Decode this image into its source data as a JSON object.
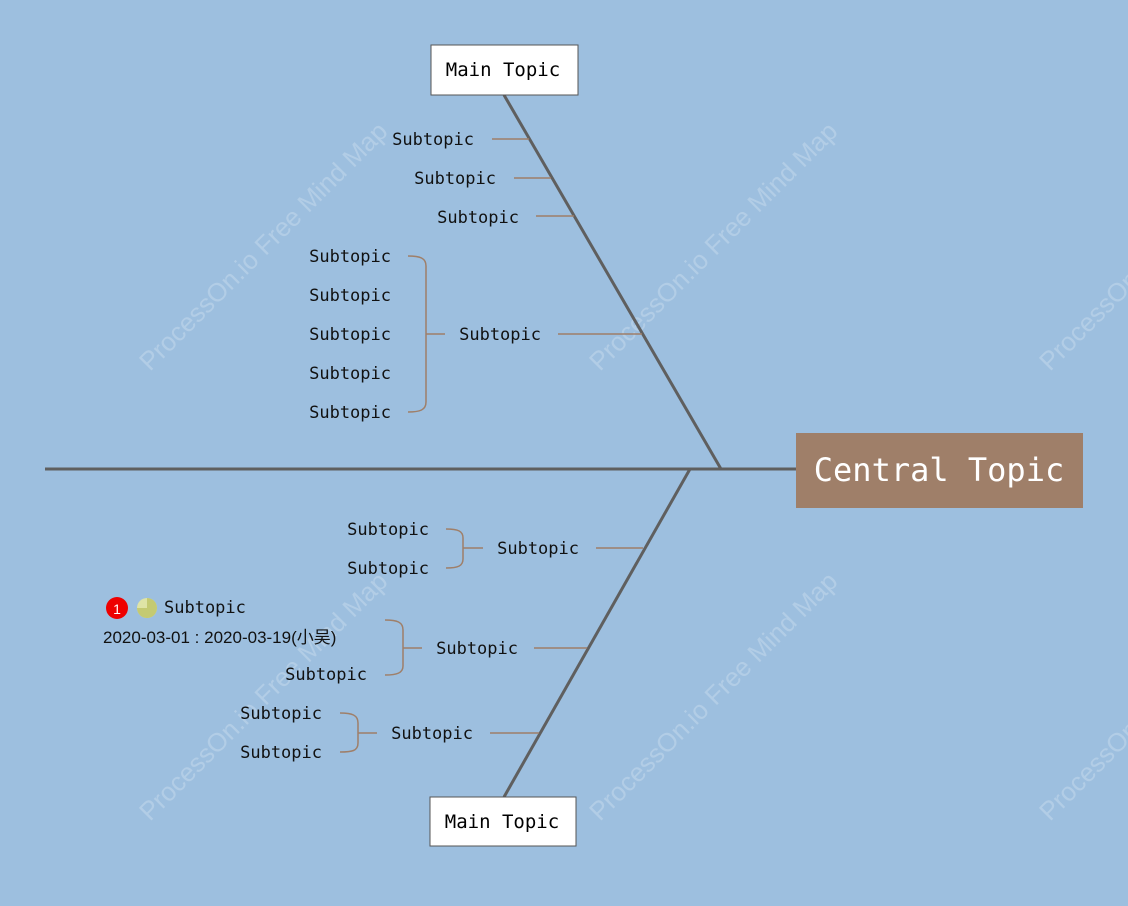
{
  "watermark": "ProcessOn.io Free Mind Map",
  "central_topic": "Central Topic",
  "colors": {
    "background": "#9dbfdf",
    "central_fill": "#9f7f69",
    "spine": "#5f5f5f",
    "connector": "#9f7f69",
    "badge": "#ee0000",
    "progress": "#cfd58a"
  },
  "top_branch": {
    "main_topic": "Main Topic",
    "subtopics": [
      "Subtopic",
      "Subtopic",
      "Subtopic"
    ],
    "group": {
      "label": "Subtopic",
      "children": [
        "Subtopic",
        "Subtopic",
        "Subtopic",
        "Subtopic",
        "Subtopic"
      ]
    }
  },
  "bottom_branch": {
    "main_topic": "Main Topic",
    "groups": [
      {
        "label": "Subtopic",
        "children": [
          "Subtopic",
          "Subtopic"
        ]
      },
      {
        "label": "Subtopic",
        "task": {
          "priority_badge": "1",
          "progress_icon": "pie-progress-icon",
          "progress": 0.75,
          "label": "Subtopic",
          "dates": "2020-03-01 : 2020-03-19(小吴)"
        },
        "children": [
          "Subtopic"
        ]
      },
      {
        "label": "Subtopic",
        "children": [
          "Subtopic",
          "Subtopic"
        ]
      }
    ]
  }
}
